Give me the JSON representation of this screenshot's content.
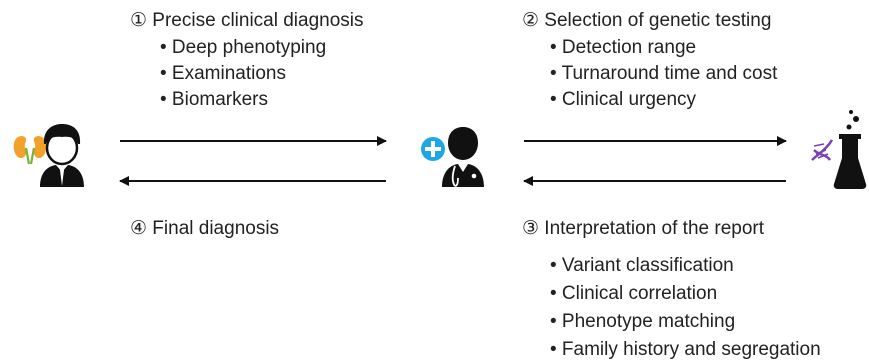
{
  "colors": {
    "text": "#222222",
    "arrow": "#111111",
    "icon_dark": "#111111",
    "medical_cross": "#1ea7e8",
    "dna": "#7a3fb5"
  },
  "icons": {
    "left": "patient-with-kidneys-icon",
    "center": "doctor-icon",
    "right": "lab-flask-dna-icon"
  },
  "step1": {
    "title": "① Precise clinical diagnosis",
    "items": [
      "• Deep phenotyping",
      "• Examinations",
      "• Biomarkers"
    ]
  },
  "step2": {
    "title": "② Selection of genetic testing",
    "items": [
      "• Detection range",
      "• Turnaround time and cost",
      "• Clinical urgency"
    ]
  },
  "step3": {
    "title": "③ Interpretation of the report",
    "items": [
      "• Variant classification",
      "• Clinical correlation",
      "• Phenotype matching",
      "• Family history and segregation"
    ]
  },
  "step4": {
    "title": "④ Final diagnosis"
  }
}
